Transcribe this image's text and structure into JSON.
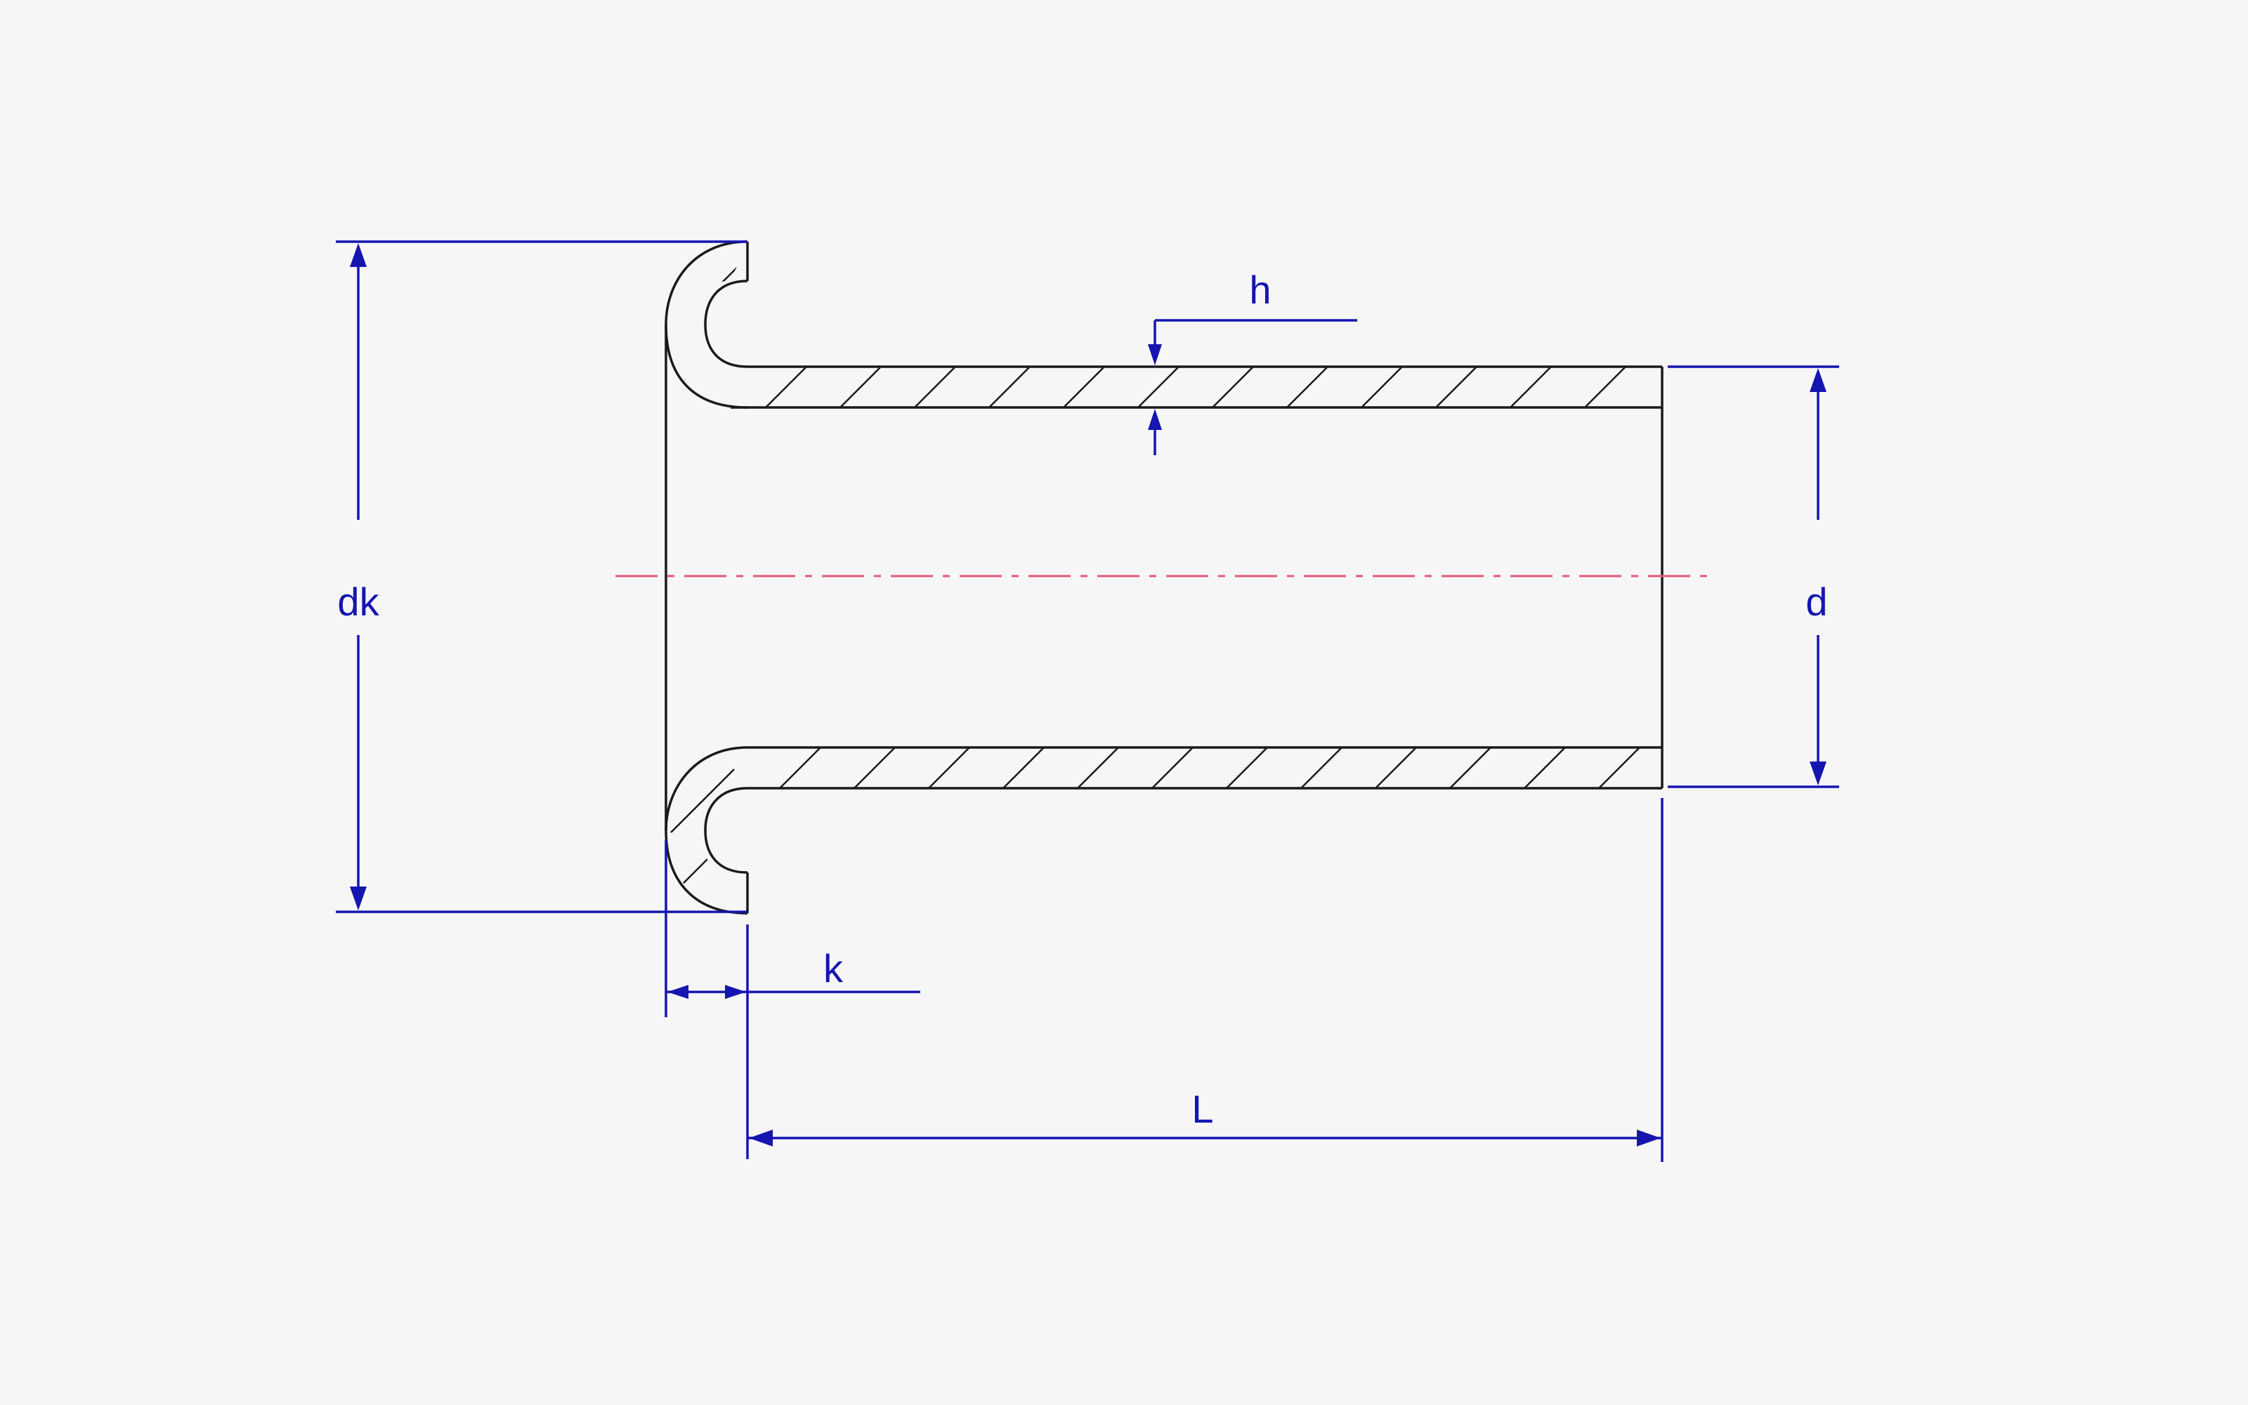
{
  "dimensions": {
    "head_diameter": "dk",
    "shank_diameter": "d",
    "wall_thickness": "h",
    "head_height": "k",
    "length": "L"
  },
  "colors": {
    "part_outline": "#1a1a1a",
    "dimension": "#1515b0",
    "center_line": "#e05a75",
    "background": "#f6f6f6"
  }
}
